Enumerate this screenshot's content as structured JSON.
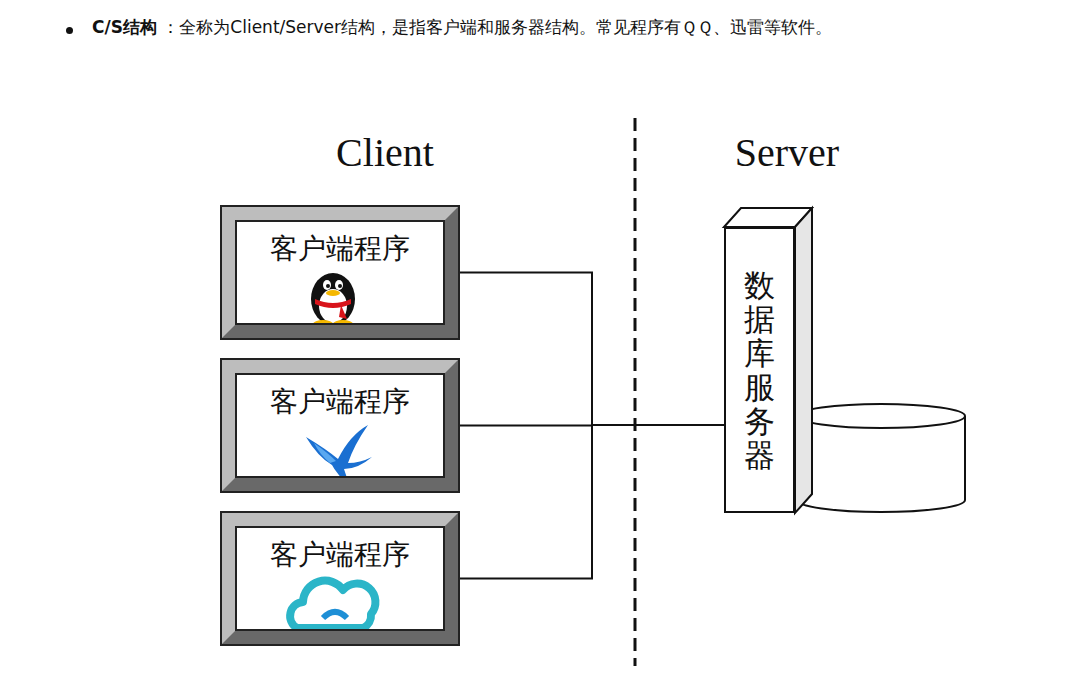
{
  "diagram": {
    "nodes": [
      {
        "text": [
          "客户端程序"
        ]
      },
      {
        "text": [
          "客户端程序"
        ]
      },
      {
        "text": [
          "客户端程序"
        ]
      },
      {
        "text": [
          "数据库服务器"
        ]
      }
    ],
    "edges": [
      {
        "from": 0,
        "to": 3,
        "arrow": "none"
      },
      {
        "from": 1,
        "to": 3,
        "arrow": "none"
      },
      {
        "from": 2,
        "to": 3,
        "arrow": "none"
      }
    ],
    "labels": [
      "C/S结构",
      " ：全称为Client/Server结构，是指客户端和服务器结构。常见程序有ＱＱ、迅雷等软件。",
      "Client",
      "Server"
    ]
  }
}
